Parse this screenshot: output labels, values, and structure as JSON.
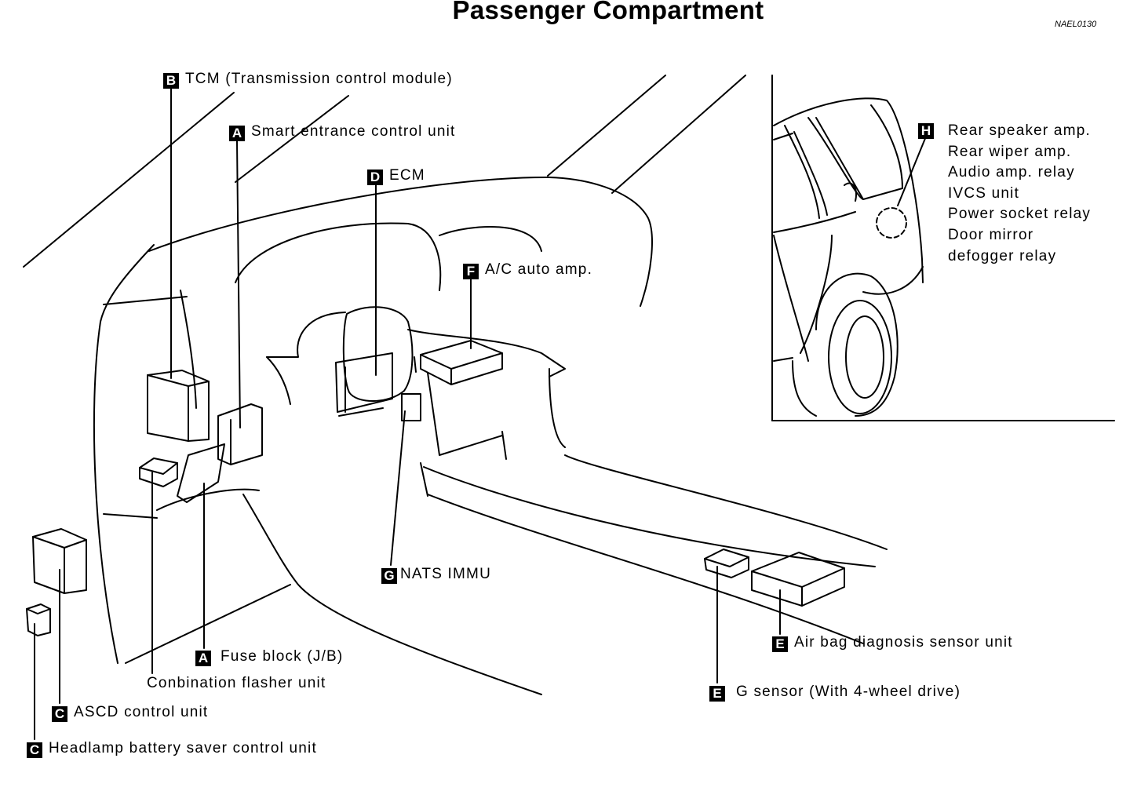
{
  "title": "Passenger Compartment",
  "code": "NAEL0130",
  "labels": {
    "tcm": {
      "badge": "B",
      "text": "TCM (Transmission control module)"
    },
    "smart": {
      "badge": "A",
      "text": "Smart entrance control unit"
    },
    "ecm": {
      "badge": "D",
      "text": "ECM"
    },
    "ac": {
      "badge": "F",
      "text": "A/C auto amp."
    },
    "nats": {
      "badge": "G",
      "text": "NATS IMMU"
    },
    "fuse": {
      "badge": "A",
      "text": "Fuse block (J/B)"
    },
    "flasher": {
      "text": "Conbination flasher unit"
    },
    "ascd": {
      "badge": "C",
      "text": "ASCD control unit"
    },
    "headlamp": {
      "badge": "C",
      "text": "Headlamp battery saver control unit"
    },
    "airbag": {
      "badge": "E",
      "text": "Air bag diagnosis sensor unit"
    },
    "gsensor": {
      "badge": "E",
      "text": "G sensor (With 4-wheel drive)"
    },
    "rear": {
      "badge": "H",
      "items": [
        "Rear speaker amp.",
        "Rear wiper amp.",
        "Audio amp. relay",
        "IVCS unit",
        "Power socket relay",
        "Door mirror",
        "defogger relay"
      ]
    }
  }
}
